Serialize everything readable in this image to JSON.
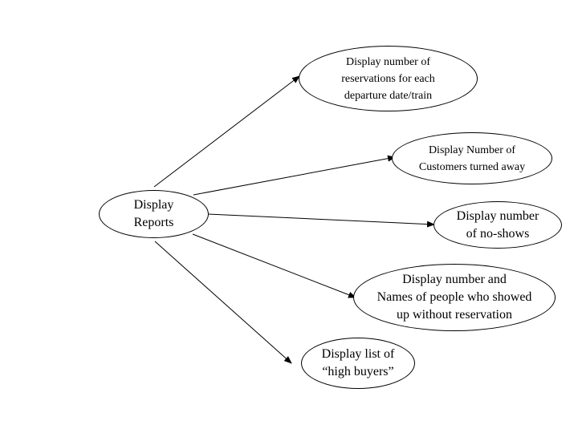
{
  "diagram": {
    "root": {
      "label": "Display\nReports"
    },
    "children": [
      {
        "id": "reservations",
        "label": "Display number of\nreservations for each\ndeparture date/train"
      },
      {
        "id": "turned-away",
        "label": "Display Number of\nCustomers turned away"
      },
      {
        "id": "no-shows",
        "label": "Display number\nof no-shows"
      },
      {
        "id": "showed-up",
        "label": "Display number and\nNames of people who showed\nup without reservation"
      },
      {
        "id": "high-buyers",
        "label": "Display list of\n“high buyers”"
      }
    ]
  }
}
